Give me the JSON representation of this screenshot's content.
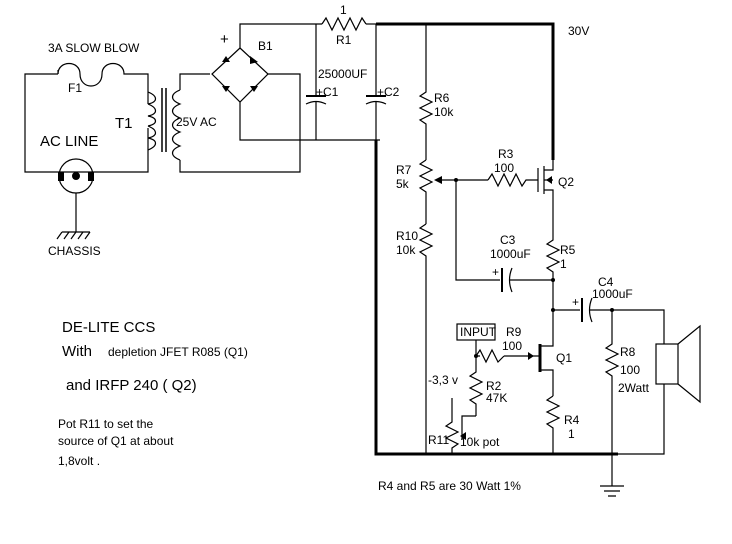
{
  "labels": {
    "fuse_rating": "3A SLOW BLOW",
    "fuse": "F1",
    "transformer": "T1",
    "secondary": "25V AC",
    "ac_line": "AC LINE",
    "chassis": "CHASSIS",
    "bridge": "B1",
    "bridge_plus": "+",
    "r1_value": "1",
    "r1": "R1",
    "cap_value": "25000UF",
    "c1": "+C1",
    "c2": "+C2",
    "supply": "30V",
    "r6": "R6",
    "r6_value": "10k",
    "r7": "R7",
    "r7_value": "5k",
    "r3": "R3",
    "r3_value": "100",
    "q2": "Q2",
    "r10": "R10",
    "r10_value": "10k",
    "c3": "C3",
    "c3_value": "1000uF",
    "c3_plus": "+",
    "r5": "R5",
    "r5_value": "1",
    "c4": "C4",
    "c4_value": "1000uF",
    "c4_plus": "+",
    "input": "INPUT",
    "r9": "R9",
    "r9_value": "100",
    "q1": "Q1",
    "r8": "R8",
    "r8_value": "100",
    "r8_power": "2Watt",
    "neg_bias": "-3,3 v",
    "r2": "R2",
    "r2_value": "47K",
    "r11": "R11",
    "r11_value": "10k pot",
    "r4": "R4",
    "r4_value": "1"
  },
  "notes": {
    "title": "DE-LITE CCS",
    "with_prefix": "With",
    "with_detail": "depletion JFET R085 (Q1)",
    "and_q2": "and IRFP 240 ( Q2)",
    "pot_line1": "Pot R11 to set the",
    "pot_line2": "source of Q1 at about",
    "pot_line3": "1,8volt .",
    "resistor_note": "R4 and R5 are 30 Watt 1%"
  }
}
